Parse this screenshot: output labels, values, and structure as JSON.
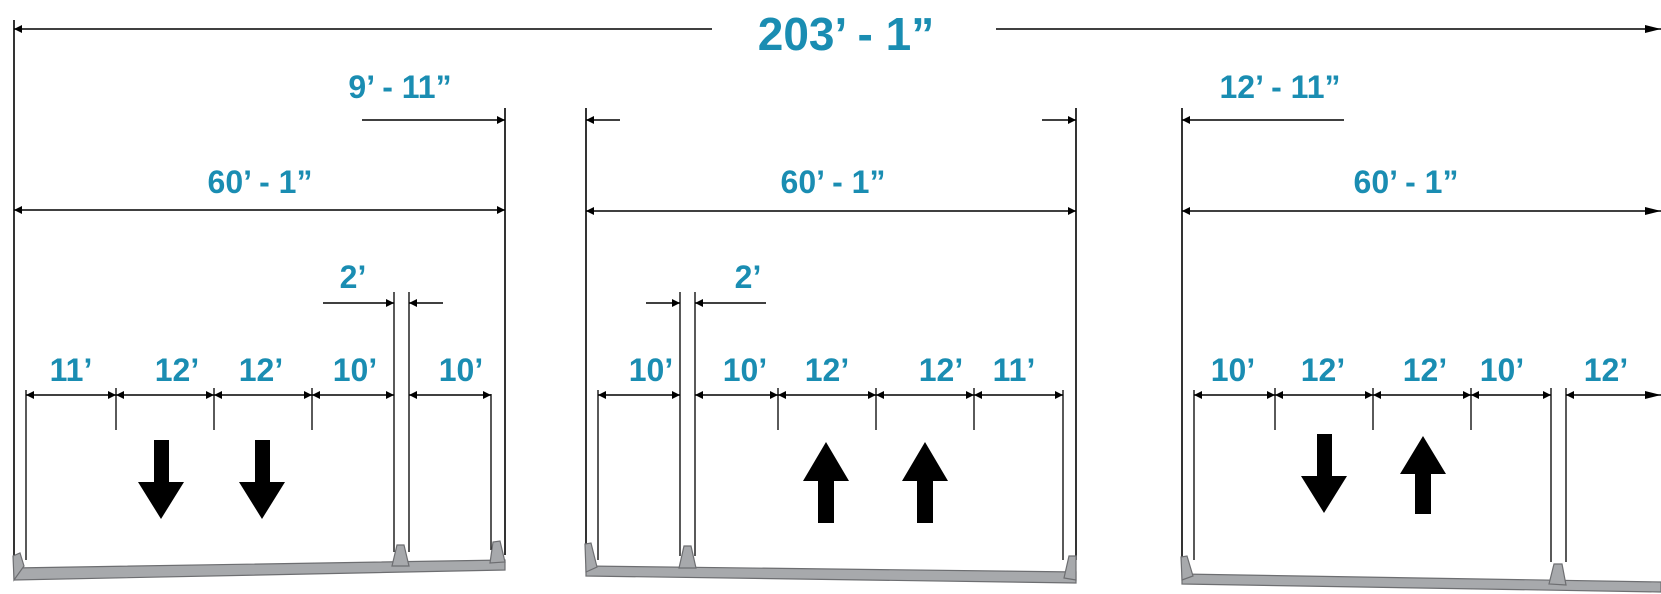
{
  "colors": {
    "dimension_text": "#1a8db2",
    "lines": "#000000",
    "deck": "#a7a9ac",
    "deck_outline": "#6d6e71"
  },
  "overall": {
    "label": "203’ - 1”"
  },
  "bridge_left": {
    "width_label": "60’ - 1”",
    "offset_label": "9’ - 11”",
    "gap_label": "2’",
    "lanes": [
      "11’",
      "12’",
      "12’",
      "10’",
      "10’"
    ],
    "traffic_direction": "down"
  },
  "bridge_middle": {
    "width_label": "60’ - 1”",
    "gap_label": "2’",
    "lanes": [
      "10’",
      "10’",
      "12’",
      "12’",
      "11’"
    ],
    "traffic_direction": "up"
  },
  "bridge_right": {
    "width_label": "60’ - 1”",
    "offset_label": "12’ - 11”",
    "lanes": [
      "10’",
      "12’",
      "12’",
      "10’",
      "12’"
    ],
    "traffic_directions": [
      "down",
      "up"
    ]
  }
}
